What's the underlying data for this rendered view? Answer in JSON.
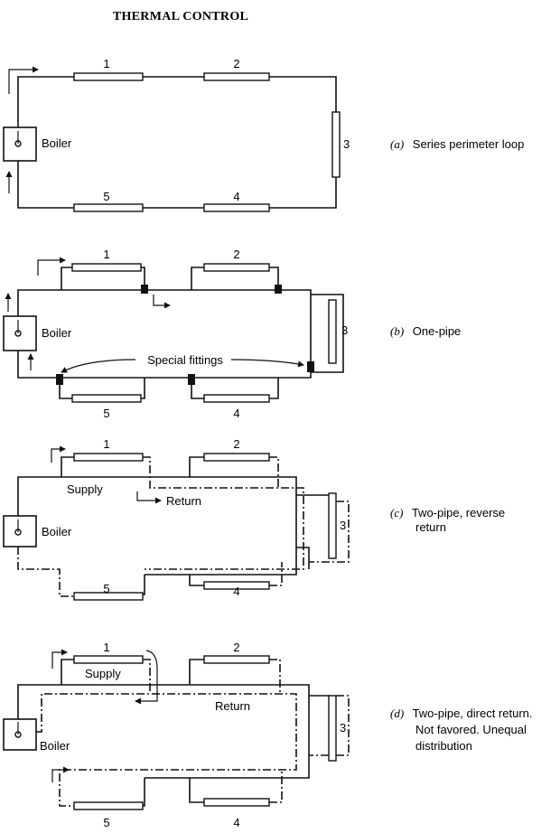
{
  "title": "THERMAL CONTROL",
  "labels": {
    "boiler": "Boiler",
    "supply": "Supply",
    "return": "Return",
    "special_fittings": "Special fittings"
  },
  "radiators": [
    "1",
    "2",
    "3",
    "4",
    "5"
  ],
  "diagrams": [
    {
      "id": "a",
      "letter": "(a)",
      "caption": [
        "Series perimeter loop"
      ]
    },
    {
      "id": "b",
      "letter": "(b)",
      "caption": [
        "One-pipe"
      ]
    },
    {
      "id": "c",
      "letter": "(c)",
      "caption": [
        "Two-pipe, reverse",
        "return"
      ]
    },
    {
      "id": "d",
      "letter": "(d)",
      "caption": [
        "Two-pipe, direct return.",
        "Not favored. Unequal",
        "distribution"
      ]
    }
  ]
}
